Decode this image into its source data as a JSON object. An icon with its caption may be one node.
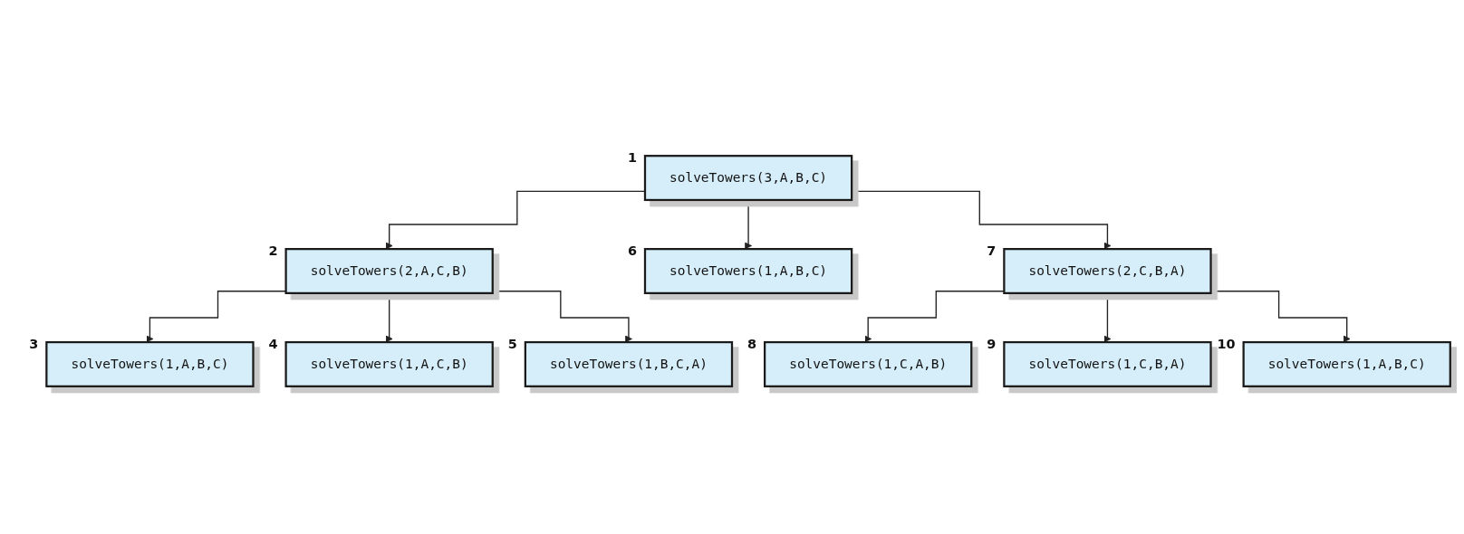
{
  "diagram": {
    "nodes": [
      {
        "text": [
          "solveTowers(3,A,B,C)"
        ],
        "beside": [
          "1"
        ]
      },
      {
        "text": [
          "solveTowers(2,A,C,B)"
        ],
        "beside": [
          "2"
        ]
      },
      {
        "text": [
          "solveTowers(1,A,B,C)"
        ],
        "beside": [
          "3"
        ]
      },
      {
        "text": [
          "solveTowers(1,A,C,B)"
        ],
        "beside": [
          "4"
        ]
      },
      {
        "text": [
          "solveTowers(1,B,C,A)"
        ],
        "beside": [
          "5"
        ]
      },
      {
        "text": [
          "solveTowers(1,A,B,C)"
        ],
        "beside": [
          "6"
        ]
      },
      {
        "text": [
          "solveTowers(2,C,B,A)"
        ],
        "beside": [
          "7"
        ]
      },
      {
        "text": [
          "solveTowers(1,C,A,B)"
        ],
        "beside": [
          "8"
        ]
      },
      {
        "text": [
          "solveTowers(1,C,B,A)"
        ],
        "beside": [
          "9"
        ]
      },
      {
        "text": [
          "solveTowers(1,A,B,C)"
        ],
        "beside": [
          "10"
        ]
      }
    ],
    "edges": [
      {
        "from": 0,
        "to": 1,
        "arrow": "to"
      },
      {
        "from": 0,
        "to": 5,
        "arrow": "to"
      },
      {
        "from": 0,
        "to": 6,
        "arrow": "to"
      },
      {
        "from": 1,
        "to": 2,
        "arrow": "to"
      },
      {
        "from": 1,
        "to": 3,
        "arrow": "to"
      },
      {
        "from": 1,
        "to": 4,
        "arrow": "to"
      },
      {
        "from": 6,
        "to": 7,
        "arrow": "to"
      },
      {
        "from": 6,
        "to": 8,
        "arrow": "to"
      },
      {
        "from": 6,
        "to": 9,
        "arrow": "to"
      }
    ]
  }
}
